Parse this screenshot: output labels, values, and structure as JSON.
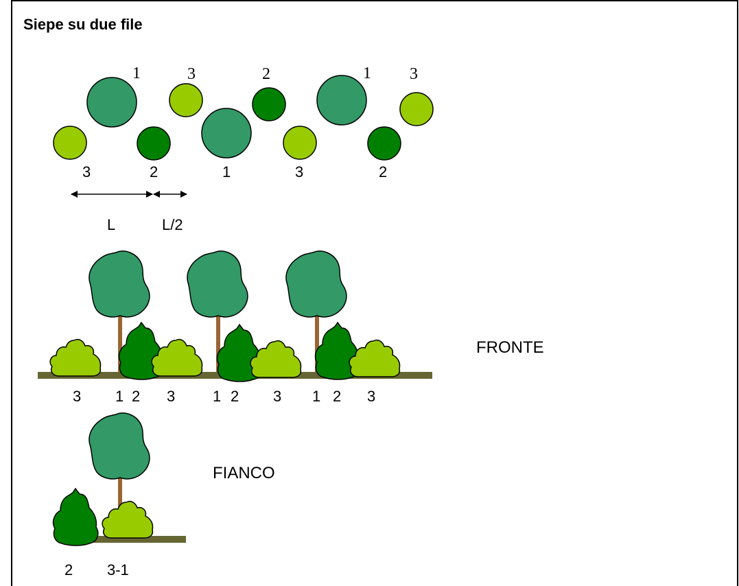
{
  "title": "Siepe su due file",
  "legend_colors": {
    "type1": "#339966",
    "type2": "#008000",
    "type3": "#99cc00",
    "trunk": "#996633",
    "ground": "#666633"
  },
  "plan": {
    "top_row_labels": [
      "1",
      "3",
      "2",
      "1",
      "3"
    ],
    "bottom_row_labels": [
      "3",
      "2",
      "1",
      "3",
      "2"
    ],
    "dim_L": "L",
    "dim_half": "L/2"
  },
  "front": {
    "label": "FRONTE",
    "base_labels": [
      "3",
      "1",
      "2",
      "3",
      "1",
      "2",
      "3",
      "1",
      "2",
      "3"
    ]
  },
  "side": {
    "label": "FIANCO",
    "base_labels": [
      "2",
      "3-1"
    ]
  }
}
